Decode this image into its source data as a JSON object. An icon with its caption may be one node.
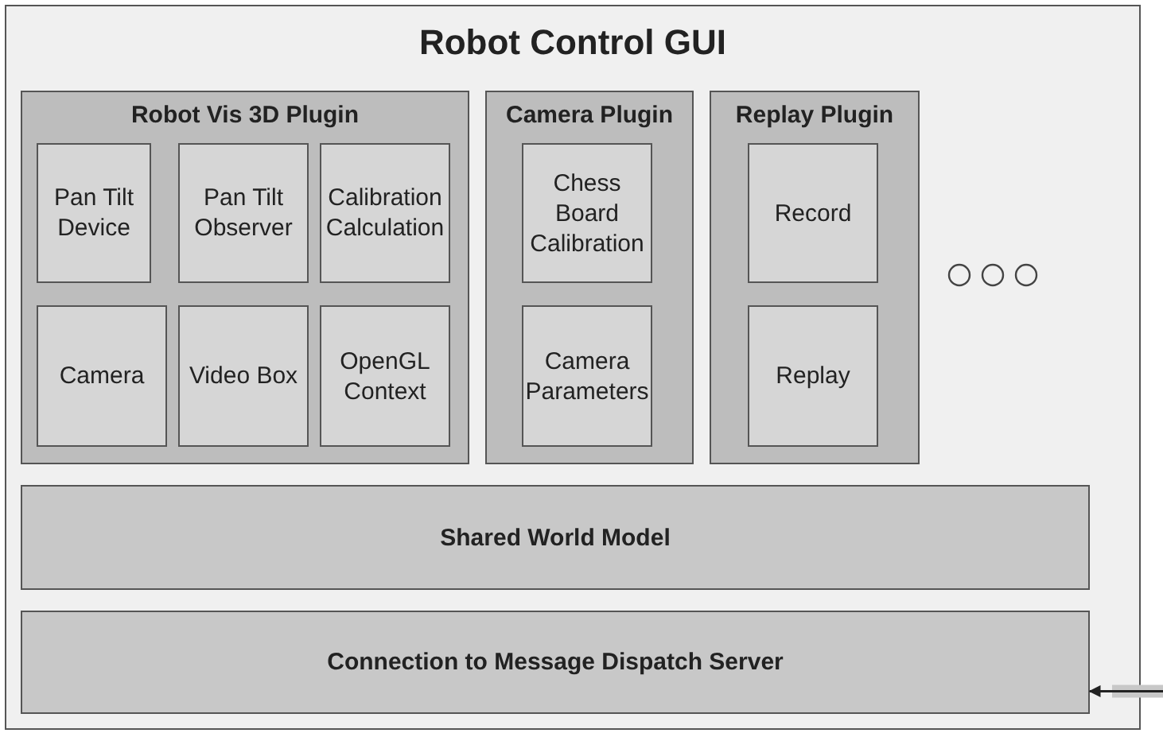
{
  "diagram": {
    "nodes": [
      {
        "text": [
          "Robot Control GUI"
        ]
      },
      {
        "text": [
          "Robot Vis 3D Plugin"
        ],
        "in": 0
      },
      {
        "text": [
          "Pan Tilt Device"
        ],
        "in": 1
      },
      {
        "text": [
          "Pan Tilt Observer"
        ],
        "in": 1
      },
      {
        "text": [
          "Calibration Calculation"
        ],
        "in": 1
      },
      {
        "text": [
          "Camera"
        ],
        "in": 1
      },
      {
        "text": [
          "Video Box"
        ],
        "in": 1
      },
      {
        "text": [
          "OpenGL Context"
        ],
        "in": 1
      },
      {
        "text": [
          "Camera Plugin"
        ],
        "in": 0
      },
      {
        "text": [
          "Chess Board Calibration"
        ],
        "in": 8
      },
      {
        "text": [
          "Camera Parameters"
        ],
        "in": 8
      },
      {
        "text": [
          "Replay Plugin"
        ],
        "in": 0
      },
      {
        "text": [
          "Record"
        ],
        "in": 11
      },
      {
        "text": [
          "Replay"
        ],
        "in": 11
      },
      {
        "text": [
          "Shared World Model"
        ],
        "in": 0
      },
      {
        "text": [
          "Connection to Message Dispatch Server"
        ],
        "in": 0
      }
    ],
    "edges": [
      {
        "from": null,
        "to": 15,
        "arrow": "to"
      }
    ]
  }
}
